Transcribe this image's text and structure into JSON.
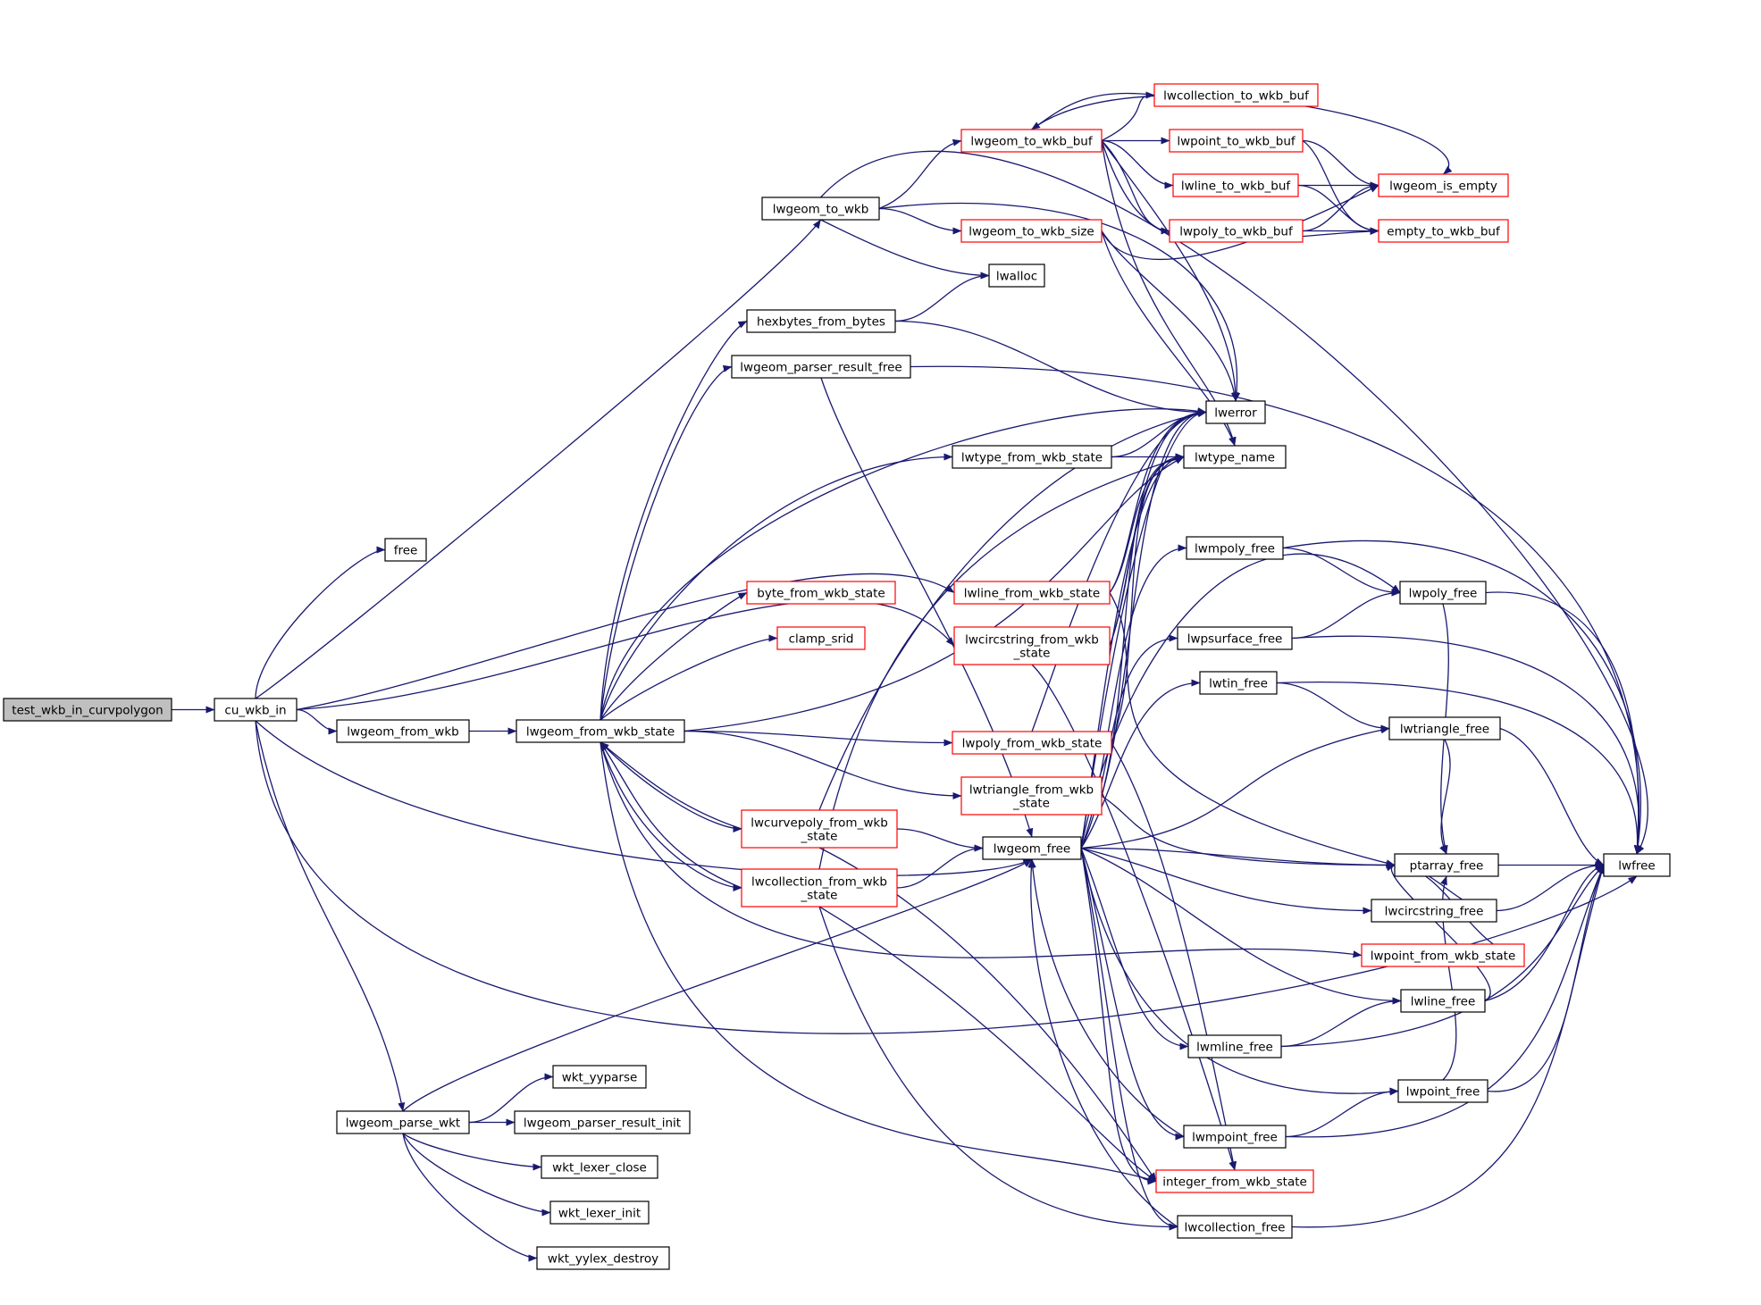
{
  "colors": {
    "edge": "#191970",
    "box_border": "#000000",
    "box_border_partial": "#ff0000",
    "root_fill": "#bfbfbf"
  },
  "nodes": {
    "test_wkb_in_curvpolygon": [
      "test_wkb_in_curvpolygon"
    ],
    "cu_wkb_in": [
      "cu_wkb_in"
    ],
    "free": [
      "free"
    ],
    "lwgeom_to_wkb": [
      "lwgeom_to_wkb"
    ],
    "lwgeom_from_wkb": [
      "lwgeom_from_wkb"
    ],
    "lwgeom_from_wkb_state": [
      "lwgeom_from_wkb_state"
    ],
    "lwgeom_parse_wkt": [
      "lwgeom_parse_wkt"
    ],
    "lwgeom_to_wkb_buf": [
      "lwgeom_to_wkb_buf"
    ],
    "lwgeom_to_wkb_size": [
      "lwgeom_to_wkb_size"
    ],
    "lwalloc": [
      "lwalloc"
    ],
    "hexbytes_from_bytes": [
      "hexbytes_from_bytes"
    ],
    "lwgeom_parser_result_free": [
      "lwgeom_parser_result_free"
    ],
    "lwcollection_to_wkb_buf": [
      "lwcollection_to_wkb_buf"
    ],
    "lwpoint_to_wkb_buf": [
      "lwpoint_to_wkb_buf"
    ],
    "lwline_to_wkb_buf": [
      "lwline_to_wkb_buf"
    ],
    "lwpoly_to_wkb_buf": [
      "lwpoly_to_wkb_buf"
    ],
    "lwgeom_is_empty": [
      "lwgeom_is_empty"
    ],
    "empty_to_wkb_buf": [
      "empty_to_wkb_buf"
    ],
    "lwerror": [
      "lwerror"
    ],
    "lwtype_name": [
      "lwtype_name"
    ],
    "lwtype_from_wkb_state": [
      "lwtype_from_wkb_state"
    ],
    "byte_from_wkb_state": [
      "byte_from_wkb_state"
    ],
    "clamp_srid": [
      "clamp_srid"
    ],
    "lwline_from_wkb_state": [
      "lwline_from_wkb_state"
    ],
    "lwcircstring_from_wkb_state": [
      "lwcircstring_from_wkb",
      "_state"
    ],
    "lwpoly_from_wkb_state": [
      "lwpoly_from_wkb_state"
    ],
    "lwtriangle_from_wkb_state": [
      "lwtriangle_from_wkb",
      "_state"
    ],
    "lwcurvepoly_from_wkb_state": [
      "lwcurvepoly_from_wkb",
      "_state"
    ],
    "lwcollection_from_wkb_state": [
      "lwcollection_from_wkb",
      "_state"
    ],
    "lwgeom_free": [
      "lwgeom_free"
    ],
    "lwmpoly_free": [
      "lwmpoly_free"
    ],
    "lwpsurface_free": [
      "lwpsurface_free"
    ],
    "lwtin_free": [
      "lwtin_free"
    ],
    "lwpoly_free": [
      "lwpoly_free"
    ],
    "lwtriangle_free": [
      "lwtriangle_free"
    ],
    "ptarray_free": [
      "ptarray_free"
    ],
    "lwfree": [
      "lwfree"
    ],
    "lwcircstring_free": [
      "lwcircstring_free"
    ],
    "lwpoint_from_wkb_state": [
      "lwpoint_from_wkb_state"
    ],
    "lwline_free": [
      "lwline_free"
    ],
    "lwmline_free": [
      "lwmline_free"
    ],
    "lwpoint_free": [
      "lwpoint_free"
    ],
    "lwmpoint_free": [
      "lwmpoint_free"
    ],
    "integer_from_wkb_state": [
      "integer_from_wkb_state"
    ],
    "lwcollection_free": [
      "lwcollection_free"
    ],
    "wkt_yyparse": [
      "wkt_yyparse"
    ],
    "lwgeom_parser_result_init": [
      "lwgeom_parser_result_init"
    ],
    "wkt_lexer_close": [
      "wkt_lexer_close"
    ],
    "wkt_lexer_init": [
      "wkt_lexer_init"
    ],
    "wkt_yylex_destroy": [
      "wkt_yylex_destroy"
    ]
  }
}
